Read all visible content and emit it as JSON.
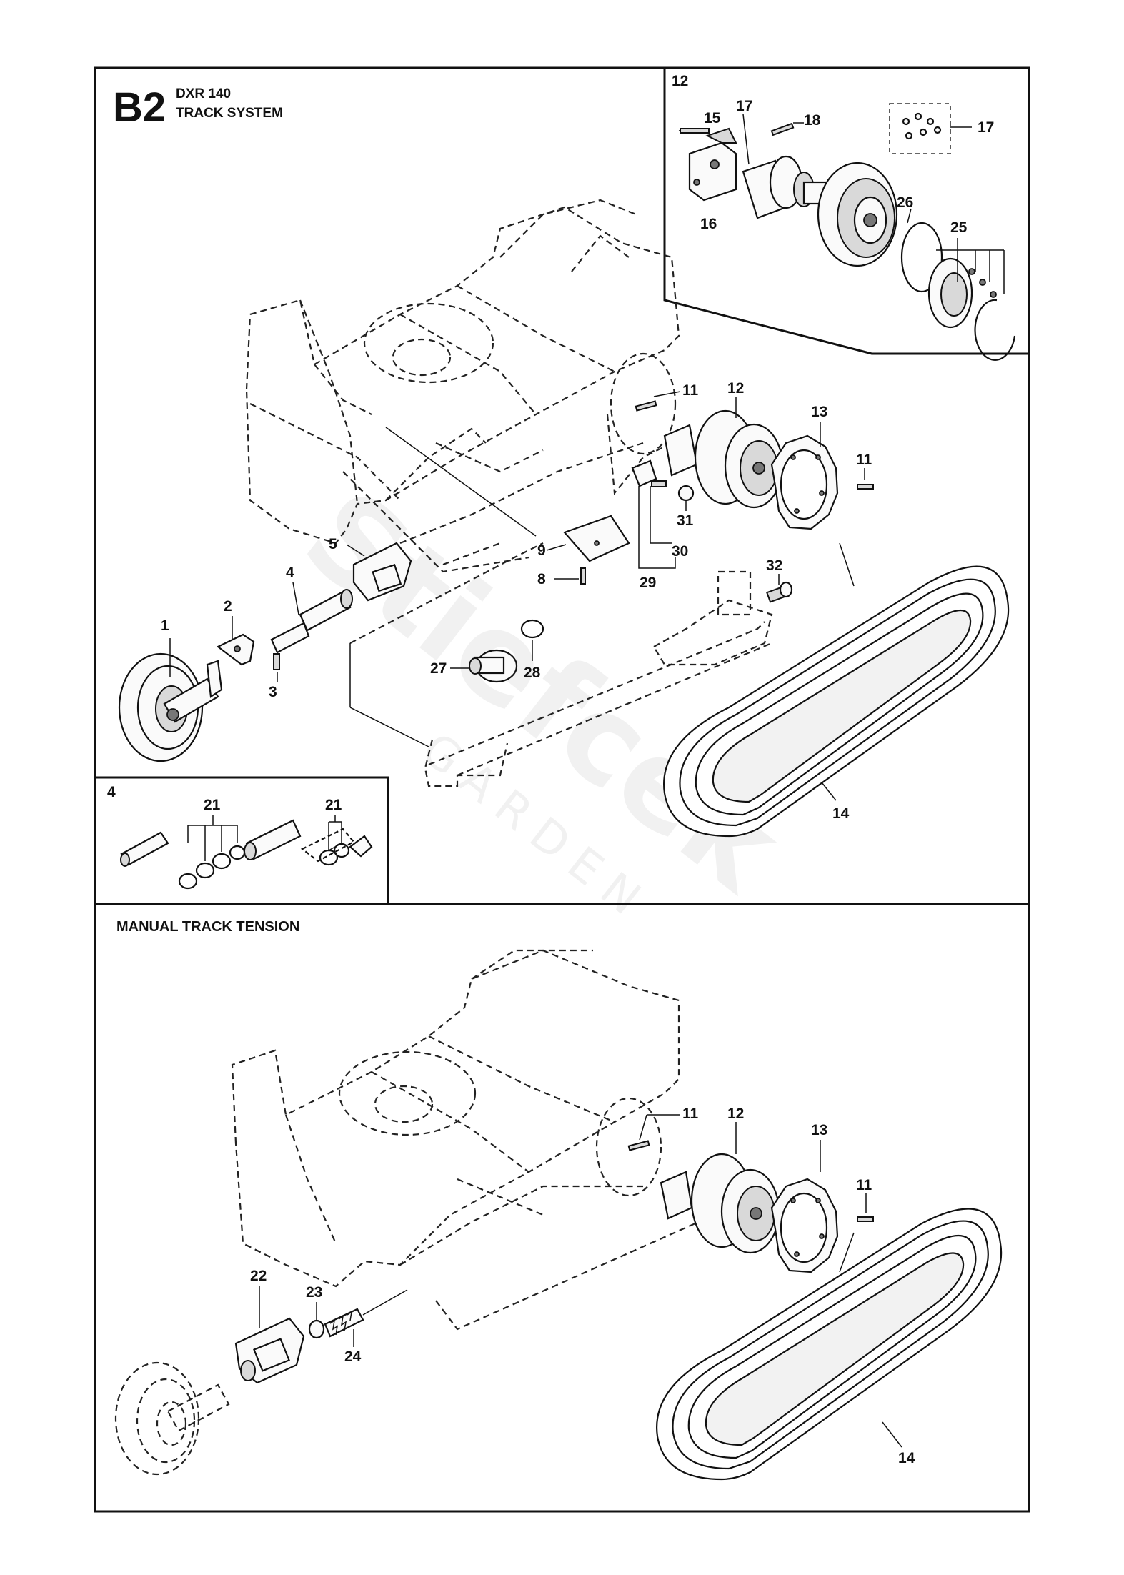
{
  "header": {
    "code": "B2",
    "model": "DXR 140",
    "title": "TRACK SYSTEM"
  },
  "sections": {
    "manual_tension_label": "MANUAL TRACK TENSION"
  },
  "watermark": {
    "brand": "Stiefcek",
    "subtitle": "GARDEN"
  },
  "callouts": {
    "inset_motor": [
      "12",
      "15",
      "17",
      "18",
      "17",
      "16",
      "26",
      "25"
    ],
    "upper": [
      "11",
      "12",
      "13",
      "11",
      "5",
      "4",
      "2",
      "1",
      "3",
      "9",
      "8",
      "31",
      "30",
      "29",
      "32",
      "27",
      "28",
      "14"
    ],
    "inset_cylinder": [
      "4",
      "21",
      "21"
    ],
    "lower": [
      "11",
      "12",
      "13",
      "11",
      "22",
      "23",
      "24",
      "14"
    ]
  },
  "colors": {
    "line": "#111111",
    "background": "#ffffff",
    "fill_light": "#fafafa",
    "fill_grey": "#d9d9d9"
  }
}
